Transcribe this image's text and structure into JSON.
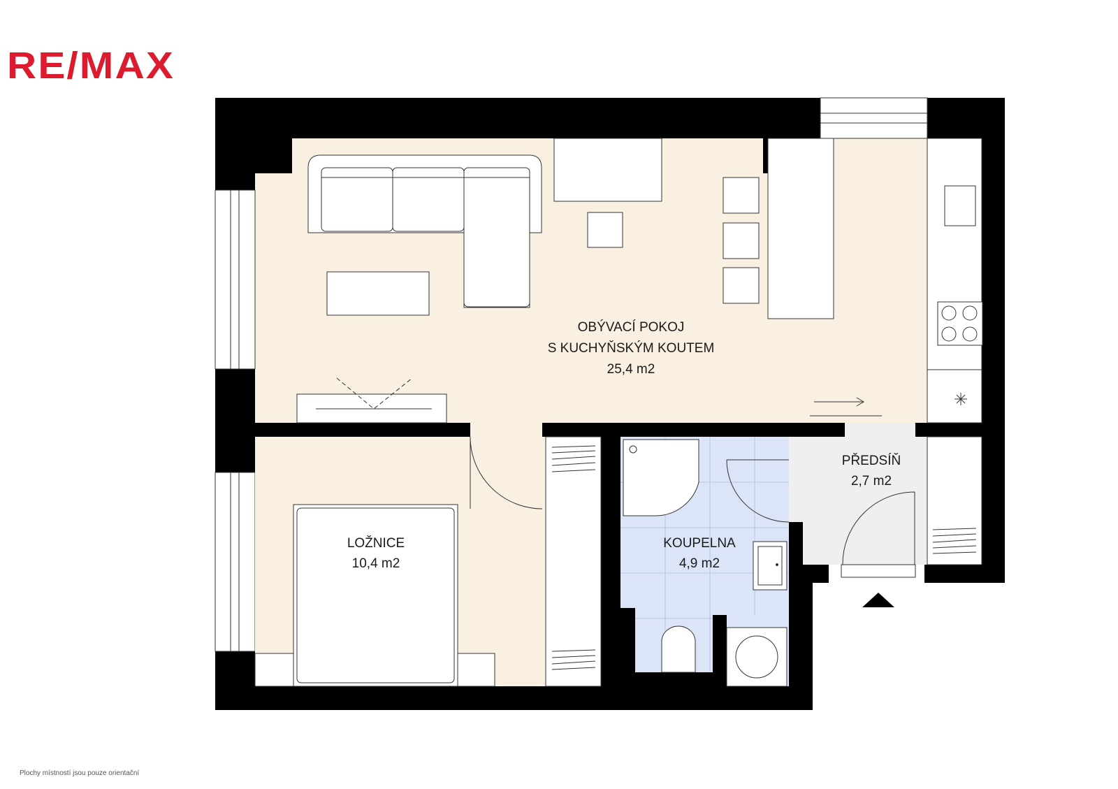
{
  "brand": {
    "logo_text": "RE/MAX",
    "color": "#DC1C2E"
  },
  "colors": {
    "wall": "#000000",
    "living_floor": "#FAF0E1",
    "bath_floor": "#DCE4F7",
    "hall_floor": "#EFEFEF"
  },
  "rooms": [
    {
      "id": "living",
      "name_line1": "OBÝVACÍ POKOJ",
      "name_line2": "S KUCHYŇSKÝM KOUTEM",
      "area": "25,4 m2"
    },
    {
      "id": "bedroom",
      "name": "LOŽNICE",
      "area": "10,4 m2"
    },
    {
      "id": "bathroom",
      "name": "KOUPELNA",
      "area": "4,9 m2"
    },
    {
      "id": "hallway",
      "name": "PŘEDSÍŇ",
      "area": "2,7 m2"
    }
  ],
  "footnote": "Plochy místností jsou pouze orientační"
}
